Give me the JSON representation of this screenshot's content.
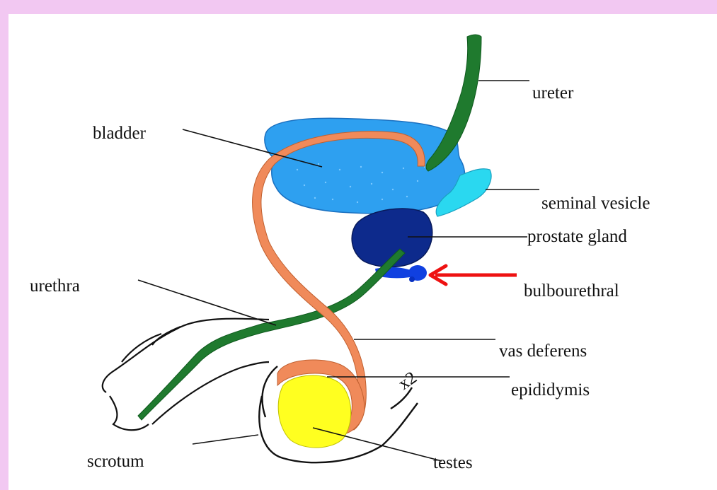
{
  "labels": {
    "ureter": "ureter",
    "bladder": "bladder",
    "seminal_vesicle": "seminal vesicle",
    "prostate_gland": "prostate gland",
    "urethra": "urethra",
    "bulbourethral": "bulbourethral",
    "vas_deferens": "vas deferens",
    "epididymis": "epididymis",
    "scrotum": "scrotum",
    "testes": "testes",
    "scribble_mark": "x2"
  },
  "colors": {
    "border": "#f2c8f2",
    "bladder": "#2ea0f0",
    "ureter": "#1f7a2e",
    "urethra": "#1f7a2e",
    "vas_deferens": "#f08a5a",
    "seminal_vesicle": "#2ad8f0",
    "prostate_gland": "#0d2a8c",
    "bulbourethral_gland": "#1040e0",
    "testes": "#ffff20",
    "epididymis": "#f08a5a",
    "arrow": "#ee1111"
  }
}
